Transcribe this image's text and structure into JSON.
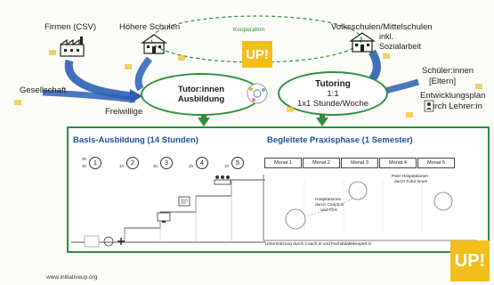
{
  "top": {
    "firmen": "Firmen (CSV)",
    "hoehere_schulen": "Höhere Schulen",
    "volksschulen": "Volksschulen/Mittelschulen",
    "volksschulen_inkl": "inkl.",
    "volksschulen_sozial": "Sozialarbeit",
    "kooperation": "Kooperation",
    "gesellschaft": "Gesellschaft",
    "freiwillige": "Freiwillige",
    "schueler": "Schüler:innen",
    "eltern": "[Eltern]",
    "entwicklungsplan": "Entwicklungsplan",
    "durch_lehrer": "durch Lehrer:in"
  },
  "ovals": {
    "tutor_l1": "Tutor:innen",
    "tutor_l2": "Ausbildung",
    "tutoring_l1": "Tutoring",
    "tutoring_l2": "1:1",
    "tutoring_l3": "1x1 Stunde/Woche"
  },
  "logo_text": "UP!",
  "basis_title": "Basis-Ausbildung (14 Stunden)",
  "praxis_title": "Begleitete Praxisphase (1 Semester)",
  "steps": [
    {
      "n": "1",
      "h_top": "3h",
      "h_bot": "3h"
    },
    {
      "n": "2",
      "h_top": "",
      "h_bot": "1h"
    },
    {
      "n": "3",
      "h_top": "",
      "h_bot": "3h"
    },
    {
      "n": "4",
      "h_top": "",
      "h_bot": "3h"
    },
    {
      "n": "5",
      "h_top": "",
      "h_bot": "1h"
    }
  ],
  "months": [
    "Monat 1",
    "Monat 2",
    "Monat 3",
    "Monat 4",
    "Monat 5"
  ],
  "notes": {
    "peer_l1": "Peer-Hospitationen",
    "peer_l2": "durch Tutor:innen",
    "hosp_l1": "Hospitationen",
    "hosp_l2": "durch Coach:in",
    "hosp_l3": "und FDX",
    "support": "Unterstützung durch Coach:in und Fachdidaktikexpert:in"
  },
  "website": "www.initiativeup.org",
  "colors": {
    "green": "#2f8f3c",
    "blue": "#2b5fb4",
    "yellow": "#f4be1d",
    "title_blue": "#1b4fa0"
  }
}
